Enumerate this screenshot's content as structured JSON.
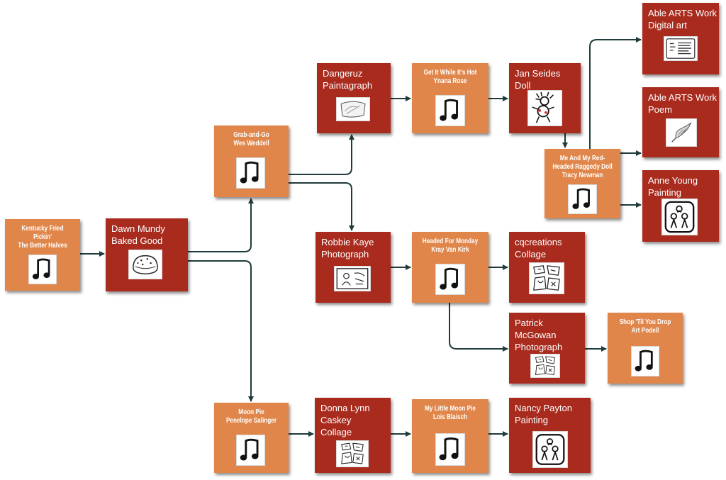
{
  "colors": {
    "orange": "#e0864a",
    "red": "#a82b1e",
    "arrow": "#1f3b3b"
  },
  "nodes": {
    "kentucky": {
      "lines": [
        "Kentucky Fried Pickin'",
        "The Better Halves"
      ],
      "kind": "orange",
      "icon": "music-note-icon"
    },
    "dawn": {
      "lines": [
        "Dawn Mundy",
        "Baked Good"
      ],
      "kind": "red",
      "icon": "baked-good-icon"
    },
    "grab": {
      "lines": [
        "Grab-and-Go",
        "Wes Weddell"
      ],
      "kind": "orange",
      "icon": "music-note-icon"
    },
    "moonpie": {
      "lines": [
        "Moon Pie",
        "Penelope Salinger"
      ],
      "kind": "orange",
      "icon": "music-note-icon"
    },
    "dangeruz": {
      "lines": [
        "Dangeruz",
        "Paintagraph"
      ],
      "kind": "red",
      "icon": "paintagraph-icon"
    },
    "getit": {
      "lines": [
        "Get It While It's Hot",
        "Ynana Rose"
      ],
      "kind": "orange",
      "icon": "music-note-icon"
    },
    "jan": {
      "lines": [
        "Jan Seides",
        "Doll"
      ],
      "kind": "red",
      "icon": "doll-icon"
    },
    "meandmy": {
      "lines": [
        "Me And My Red-",
        "Headed Raggedy Doll",
        "Tracy Newman"
      ],
      "kind": "orange",
      "icon": "music-note-icon"
    },
    "able1": {
      "lines": [
        "Able ARTS Work",
        "Digital art"
      ],
      "kind": "red",
      "icon": "digital-art-icon"
    },
    "able2": {
      "lines": [
        "Able ARTS Work",
        "Poem"
      ],
      "kind": "red",
      "icon": "poem-icon"
    },
    "anne": {
      "lines": [
        "Anne Young",
        "Painting"
      ],
      "kind": "red",
      "icon": "painting-icon"
    },
    "robbie": {
      "lines": [
        "Robbie Kaye",
        "Photograph"
      ],
      "kind": "red",
      "icon": "photograph-icon"
    },
    "headed": {
      "lines": [
        "Headed For Monday",
        "Kray Van Kirk"
      ],
      "kind": "orange",
      "icon": "music-note-icon"
    },
    "cqcreations": {
      "lines": [
        "cqcreations",
        "Collage"
      ],
      "kind": "red",
      "icon": "collage-icon"
    },
    "patrick": {
      "lines": [
        "Patrick",
        "McGowan",
        "Photograph"
      ],
      "kind": "red",
      "icon": "collage-icon"
    },
    "shop": {
      "lines": [
        "Shop 'Til You Drop",
        "Art Podell"
      ],
      "kind": "orange",
      "icon": "music-note-icon"
    },
    "donna": {
      "lines": [
        "Donna Lynn",
        "Caskey",
        "Collage"
      ],
      "kind": "red",
      "icon": "collage-icon"
    },
    "mylittle": {
      "lines": [
        "My Little Moon Pie",
        "Lois Blaisch"
      ],
      "kind": "orange",
      "icon": "music-note-icon"
    },
    "nancy": {
      "lines": [
        "Nancy Payton",
        "Painting"
      ],
      "kind": "red",
      "icon": "painting-icon"
    }
  },
  "edges": [
    [
      "kentucky",
      "dawn"
    ],
    [
      "dawn",
      "grab"
    ],
    [
      "dawn",
      "moonpie"
    ],
    [
      "grab",
      "dangeruz"
    ],
    [
      "grab",
      "robbie"
    ],
    [
      "dangeruz",
      "getit"
    ],
    [
      "getit",
      "jan"
    ],
    [
      "jan",
      "meandmy"
    ],
    [
      "meandmy",
      "able1"
    ],
    [
      "meandmy",
      "able2"
    ],
    [
      "meandmy",
      "anne"
    ],
    [
      "robbie",
      "headed"
    ],
    [
      "headed",
      "cqcreations"
    ],
    [
      "headed",
      "patrick"
    ],
    [
      "patrick",
      "shop"
    ],
    [
      "moonpie",
      "donna"
    ],
    [
      "donna",
      "mylittle"
    ],
    [
      "mylittle",
      "nancy"
    ]
  ]
}
